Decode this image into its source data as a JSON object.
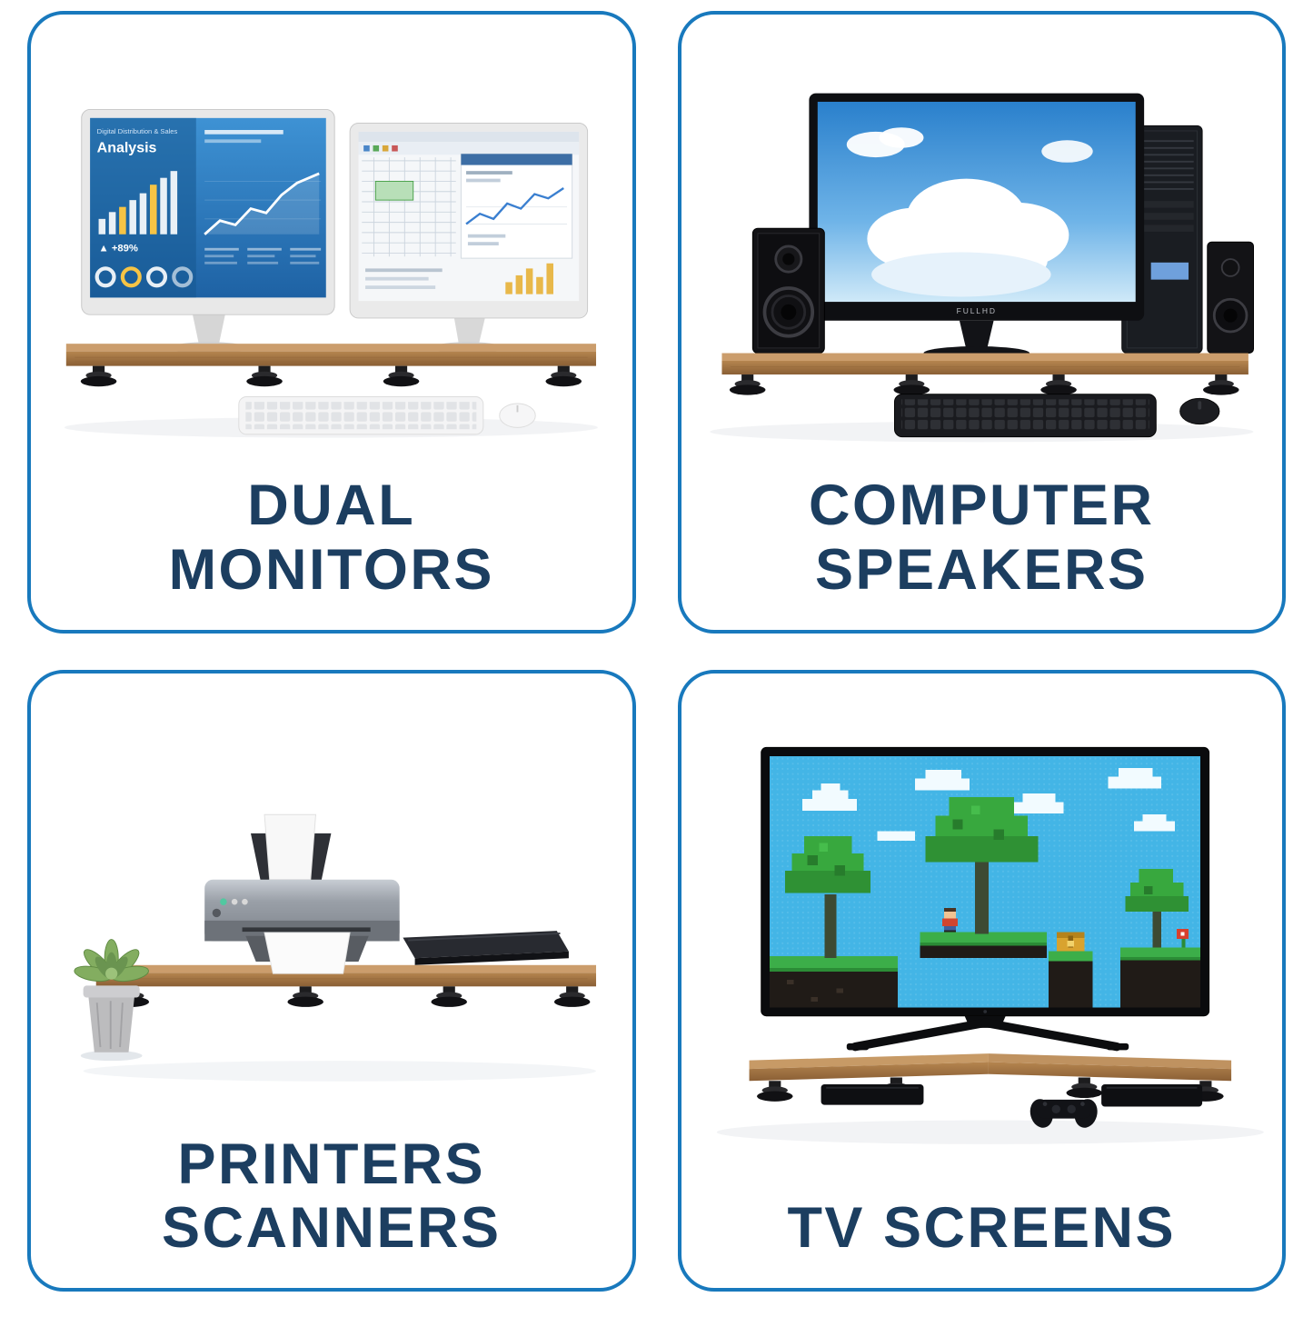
{
  "page": {
    "background": "#ffffff",
    "card_border_color": "#1879bd",
    "caption_color": "#1c3e60",
    "wood_color": "#b5854f",
    "accent_blue_screen": "#2f84c9"
  },
  "cards": [
    {
      "id": "dual-monitors",
      "caption_lines": [
        "DUAL",
        "MONITORS"
      ],
      "screen": {
        "subtitle": "Digital Distribution & Sales",
        "title": "Analysis",
        "stat": "▲ +89%"
      }
    },
    {
      "id": "computer-speakers",
      "caption_lines": [
        "COMPUTER",
        "SPEAKERS"
      ],
      "monitor_brand": "FULLHD"
    },
    {
      "id": "printers-scanners",
      "caption_lines": [
        "PRINTERS",
        "SCANNERS"
      ]
    },
    {
      "id": "tv-screens",
      "caption_lines": [
        "TV SCREENS"
      ]
    }
  ]
}
